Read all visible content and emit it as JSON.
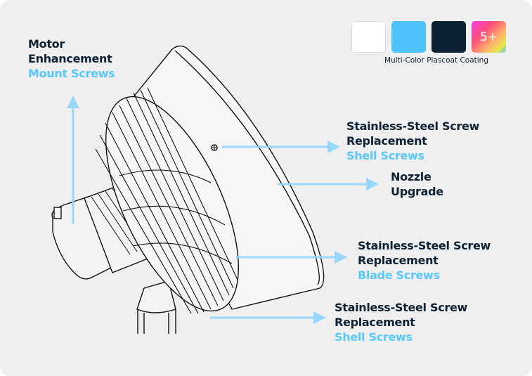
{
  "colors": {
    "dark": "#0d2233",
    "accent": "#5ac8fa",
    "background": "#efefef"
  },
  "swatches": [
    {
      "name": "white",
      "color": "#ffffff"
    },
    {
      "name": "sky-blue",
      "color": "#4fc3fb"
    },
    {
      "name": "navy",
      "color": "#0b2233"
    },
    {
      "name": "more",
      "label": "5+"
    }
  ],
  "swatch_caption": "Multi-Color Plascoat Coating",
  "callouts": [
    {
      "lines": [
        "Motor",
        "Enhancement"
      ],
      "sub": "Mount Screws"
    },
    {
      "lines": [
        "Stainless-Steel Screw",
        "Replacement"
      ],
      "sub": "Shell Screws"
    },
    {
      "lines": [
        "Nozzle",
        "Upgrade"
      ],
      "sub": ""
    },
    {
      "lines": [
        "Stainless-Steel Screw",
        "Replacement"
      ],
      "sub": "Blade Screws"
    },
    {
      "lines": [
        "Stainless-Steel Screw",
        "Replacement"
      ],
      "sub": "Shell Screws"
    }
  ]
}
